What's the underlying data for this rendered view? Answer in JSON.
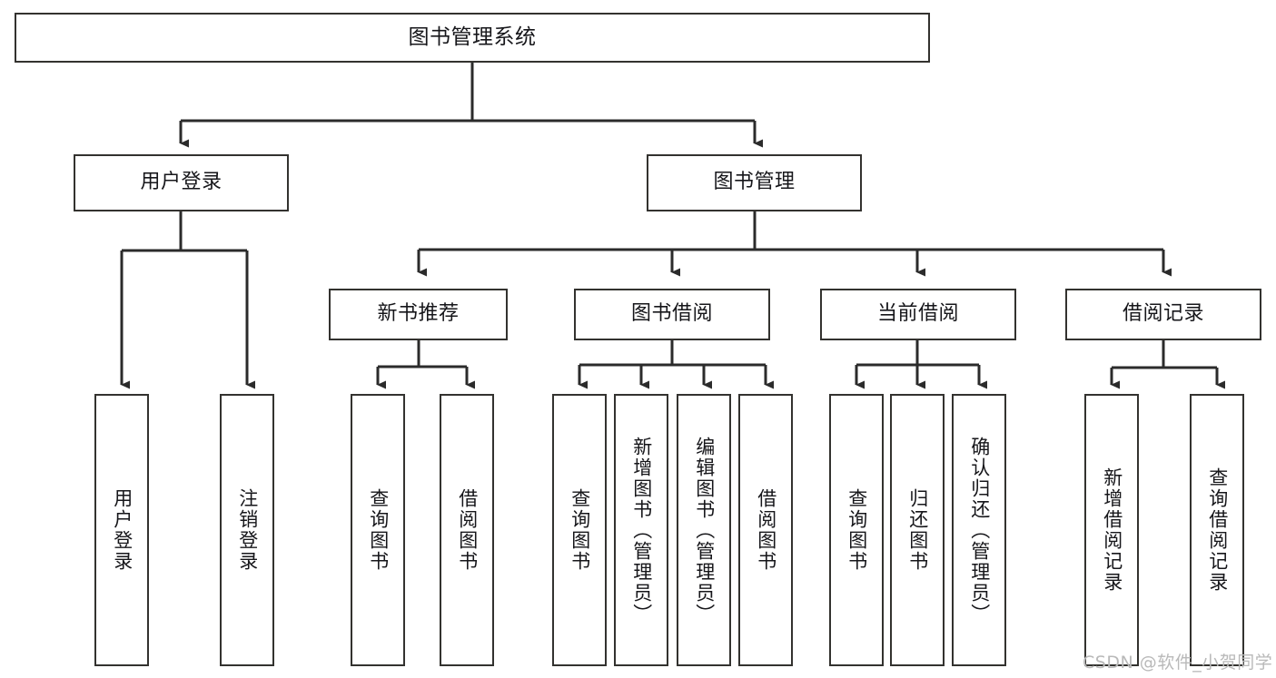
{
  "diagram": {
    "type": "tree",
    "title": "图书管理系统",
    "watermark": "CSDN @软件_小贺同学",
    "colors": {
      "box_border": "#33322f",
      "box_fill": "#ffffff",
      "connector": "#2b2b2b",
      "text": "#16161a",
      "watermark": "#b9b9b9",
      "background": "#ffffff"
    },
    "levels": {
      "root": "图书管理系统",
      "level2": [
        "用户登录",
        "图书管理"
      ],
      "level3": [
        "新书推荐",
        "图书借阅",
        "当前借阅",
        "借阅记录"
      ]
    },
    "nodes": {
      "root": {
        "label": "图书管理系统"
      },
      "user_login": {
        "label": "用户登录"
      },
      "book_manage": {
        "label": "图书管理"
      },
      "new_book_rec": {
        "label": "新书推荐"
      },
      "book_borrow": {
        "label": "图书借阅"
      },
      "current_borrow": {
        "label": "当前借阅"
      },
      "borrow_record": {
        "label": "借阅记录"
      }
    },
    "leaves": {
      "user_login": [
        {
          "label": "用户登录"
        },
        {
          "label": "注销登录"
        }
      ],
      "new_book_rec": [
        {
          "label": "查询图书"
        },
        {
          "label": "借阅图书"
        }
      ],
      "book_borrow": [
        {
          "label": "查询图书"
        },
        {
          "label": "新增图书（管理员）"
        },
        {
          "label": "编辑图书（管理员）"
        },
        {
          "label": "借阅图书"
        }
      ],
      "current_borrow": [
        {
          "label": "查询图书"
        },
        {
          "label": "归还图书"
        },
        {
          "label": "确认归还（管理员）"
        }
      ],
      "borrow_record": [
        {
          "label": "新增借阅记录"
        },
        {
          "label": "查询借阅记录"
        }
      ]
    }
  }
}
